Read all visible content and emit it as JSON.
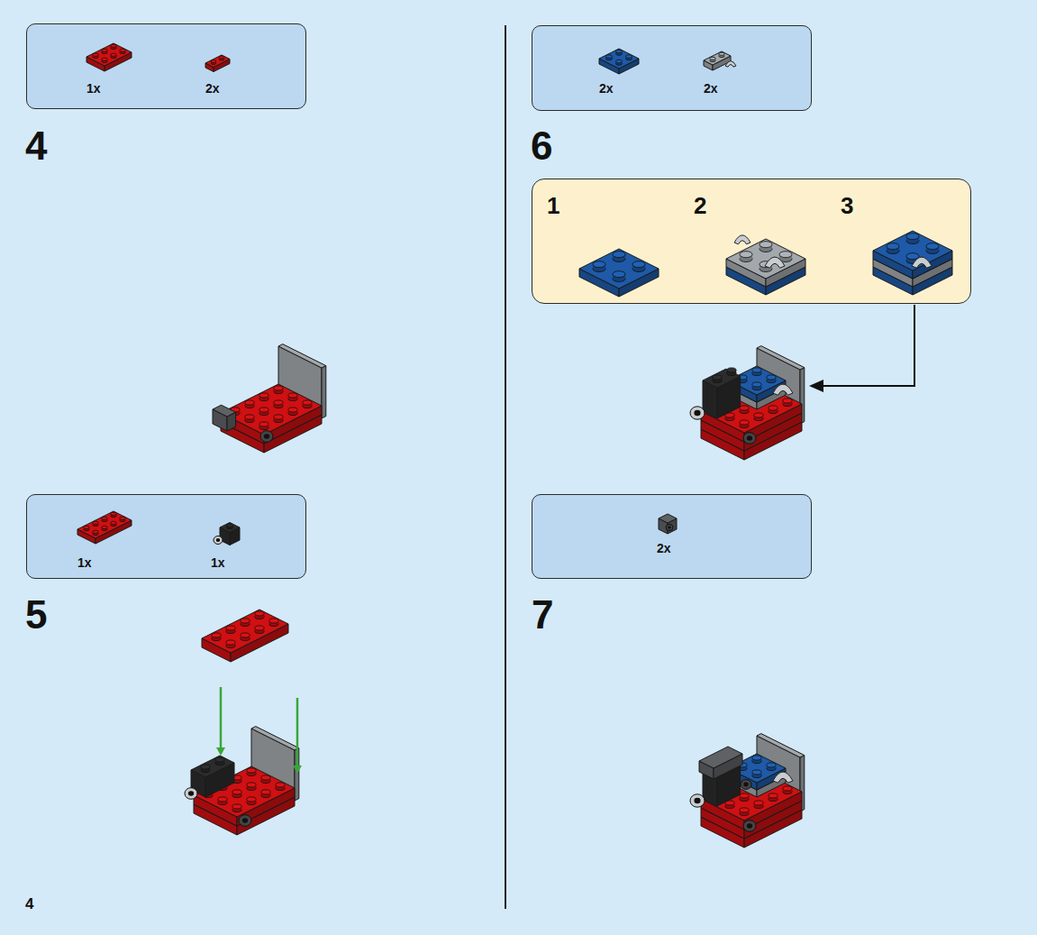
{
  "diagram": {
    "nodes": [
      {
        "text": [
          "1x",
          "2x"
        ]
      },
      {
        "text": [
          "1x",
          "1x"
        ]
      },
      {
        "text": [
          "2x",
          "2x"
        ]
      },
      {
        "text": [
          "1",
          "2",
          "3"
        ]
      },
      {
        "text": [
          "2x"
        ]
      }
    ],
    "labels": [
      "4",
      "5",
      "6",
      "7",
      "4"
    ]
  }
}
